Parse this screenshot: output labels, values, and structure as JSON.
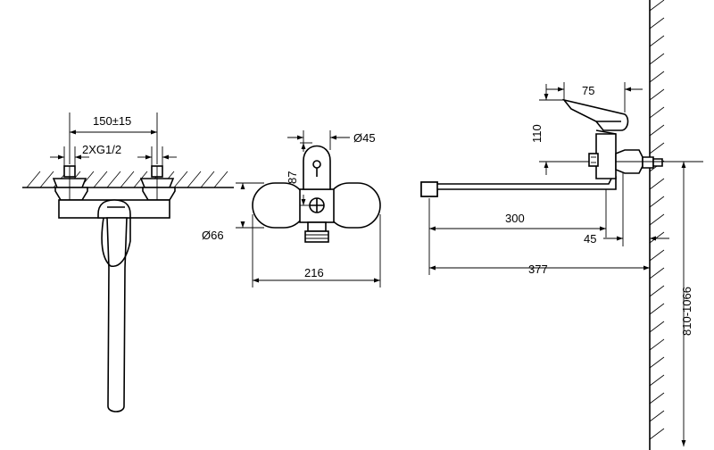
{
  "dimensions": {
    "pipe_spacing": "150±15",
    "thread": "2XG1/2",
    "handle_diameter": "Ø45",
    "body_height": "87",
    "body_diameter": "Ø66",
    "body_width": "216",
    "handle_reach": "75",
    "handle_height": "110",
    "spout_length": "300",
    "wall_offset": "45",
    "total_reach": "377",
    "mounting_height": "810-1066"
  }
}
